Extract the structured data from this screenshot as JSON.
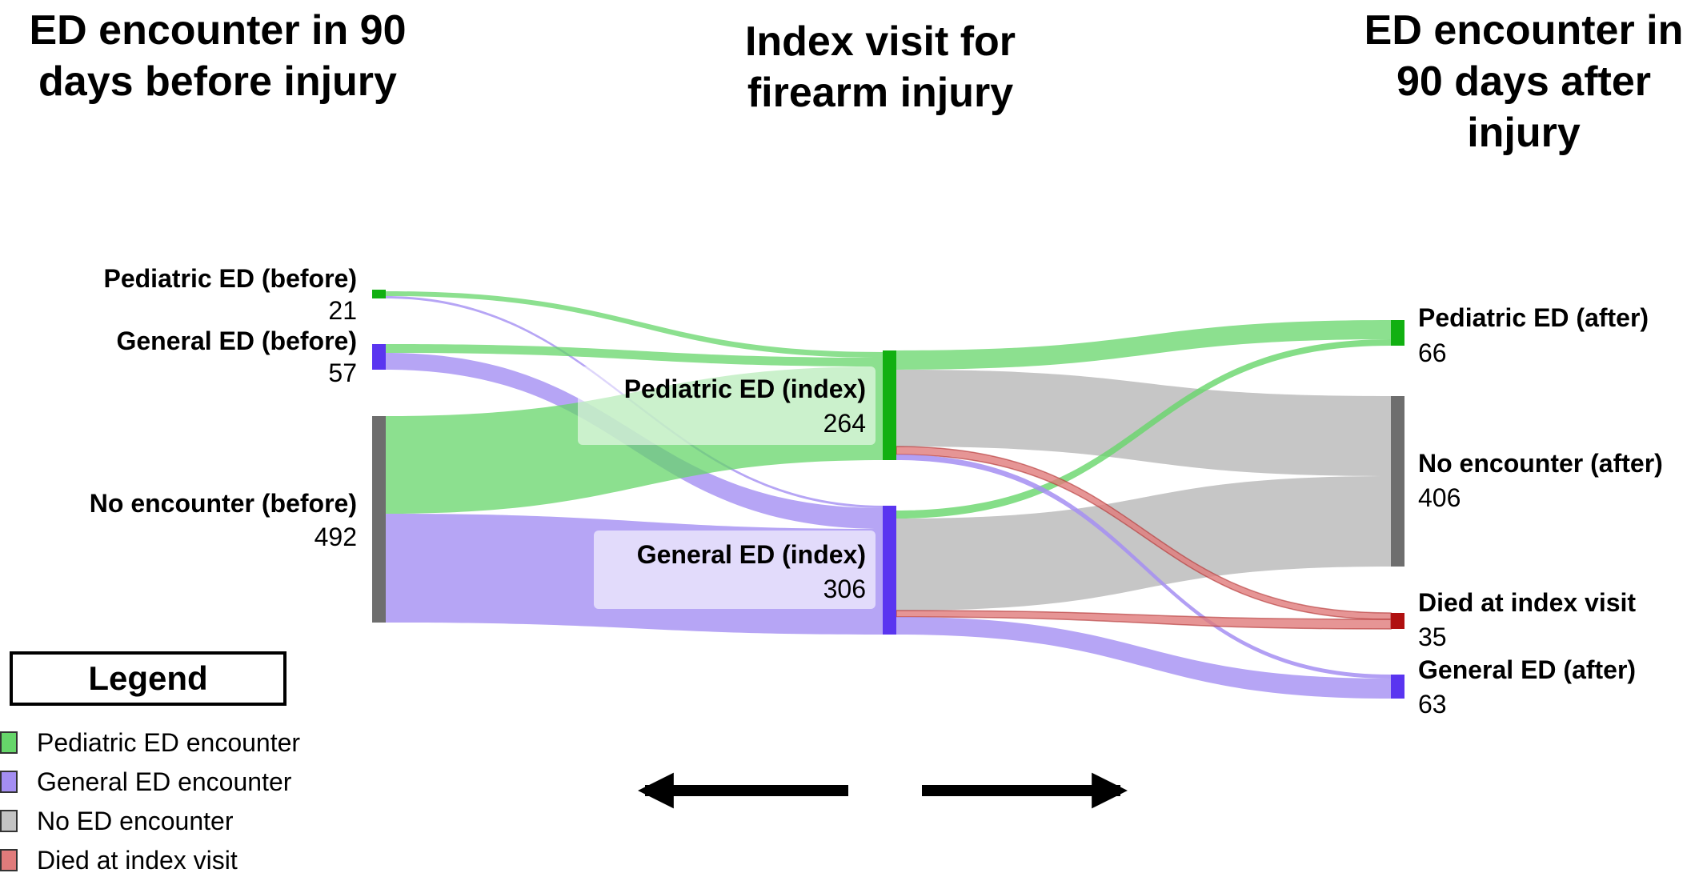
{
  "titles": {
    "before": "ED encounter in 90 days before injury",
    "index": "Index visit for firearm injury",
    "after": "ED encounter in 90 days after injury"
  },
  "colors": {
    "pediatric": "#11b011",
    "general": "#5a35f0",
    "none": "#6e6e6e",
    "died": "#b01010"
  },
  "nodes": [
    {
      "id": "ped_before",
      "label": "Pediatric ED (before)",
      "value": "21",
      "category": "pediatric"
    },
    {
      "id": "gen_before",
      "label": "General ED (before)",
      "value": "57",
      "category": "general"
    },
    {
      "id": "no_before",
      "label": "No encounter (before)",
      "value": "492",
      "category": "none"
    },
    {
      "id": "ped_index",
      "label": "Pediatric ED (index)",
      "value": "264",
      "category": "pediatric"
    },
    {
      "id": "gen_index",
      "label": "General ED (index)",
      "value": "306",
      "category": "general"
    },
    {
      "id": "ped_after",
      "label": "Pediatric ED (after)",
      "value": "66",
      "category": "pediatric"
    },
    {
      "id": "no_after",
      "label": "No encounter (after)",
      "value": "406",
      "category": "none"
    },
    {
      "id": "died_after",
      "label": "Died at index visit",
      "value": "35",
      "category": "died"
    },
    {
      "id": "gen_after",
      "label": "General ED (after)",
      "value": "63",
      "category": "general"
    }
  ],
  "legend": {
    "title": "Legend",
    "items": [
      {
        "label": "Pediatric ED encounter",
        "color": "#66d66a"
      },
      {
        "label": "General ED encounter",
        "color": "#a48ef2"
      },
      {
        "label": "No ED encounter",
        "color": "#c4c4c4"
      },
      {
        "label": "Died at index visit",
        "color": "#e07b7b"
      }
    ]
  }
}
